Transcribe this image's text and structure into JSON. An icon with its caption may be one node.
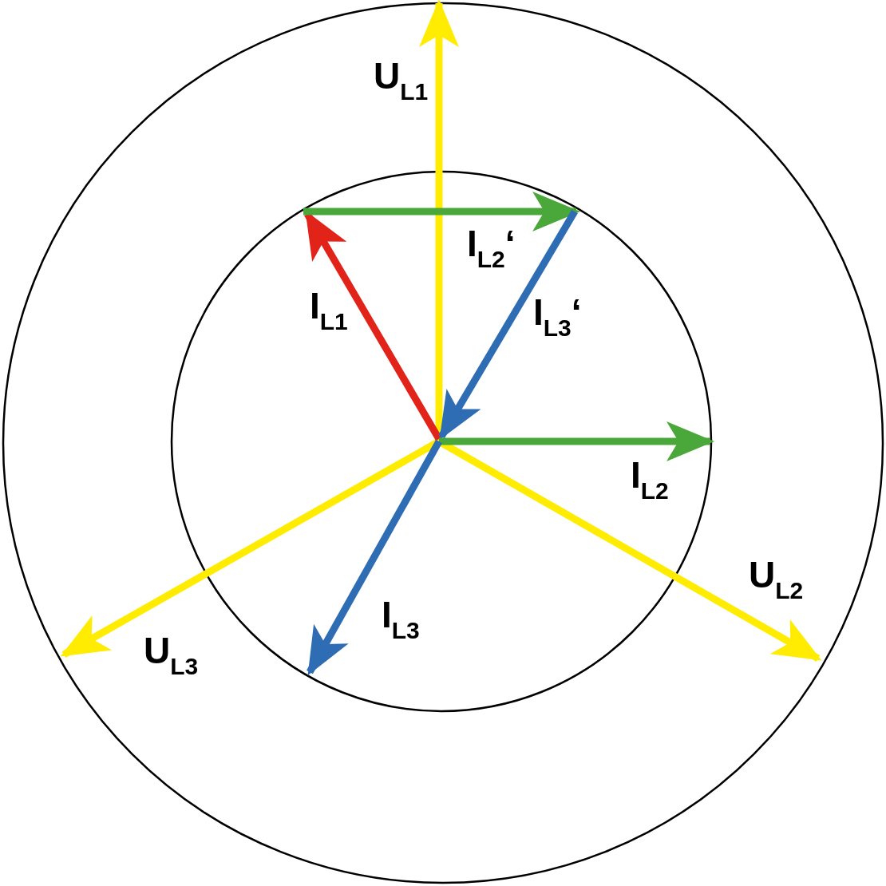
{
  "diagram": {
    "labels": [
      "U$_{L1}$",
      "I$_{L2}$‘",
      "I$_{L1}$",
      "I$_{L3}$‘",
      "I$_{L2}$",
      "U$_{L2}$",
      "I$_{L3}$",
      "U$_{L3}$"
    ]
  }
}
